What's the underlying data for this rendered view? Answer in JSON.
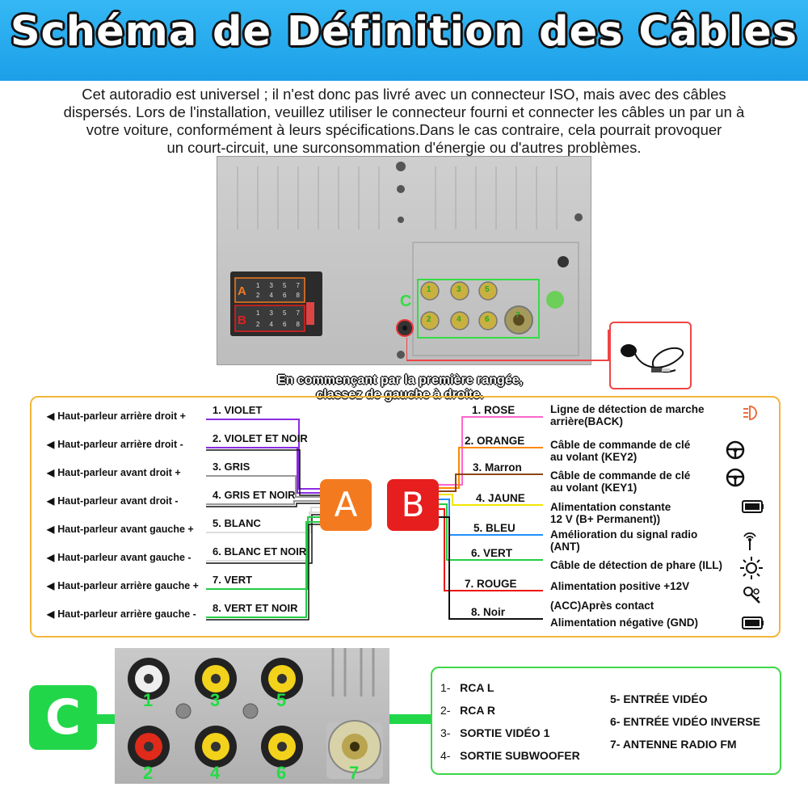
{
  "title": "Schéma de Définition des Câbles",
  "intro_lines": [
    "Cet autoradio est universel ; il n'est donc pas livré avec un connecteur ISO, mais avec des câbles",
    "dispersés. Lors de l'installation, veuillez utiliser le connecteur fourni et connecter les câbles un par un à",
    "votre voiture, conformément à leurs spécifications.Dans le cas contraire, cela pourrait provoquer",
    "un court-circuit, une surconsommation d'énergie ou d'autres problèmes."
  ],
  "panel": {
    "connector_a": "A",
    "connector_b": "B",
    "rca_block": "C",
    "pins_a_top": [
      "1",
      "3",
      "5",
      "7"
    ],
    "pins_a_bottom": [
      "2",
      "4",
      "6",
      "8"
    ],
    "pins_b_top": [
      "1",
      "3",
      "5",
      "7"
    ],
    "pins_b_bottom": [
      "2",
      "4",
      "6",
      "8"
    ],
    "rca_numbers": [
      "1",
      "3",
      "5",
      "2",
      "4",
      "6",
      "7"
    ]
  },
  "row_instruction": [
    "En commençant par la première rangée,",
    "classez de gauche à droite."
  ],
  "connector_labels": {
    "a": "A",
    "b": "B"
  },
  "left_speakers": [
    "Haut-parleur arrière droit +",
    "Haut-parleur arrière droit -",
    "Haut-parleur avant droit +",
    "Haut-parleur avant droit -",
    "Haut-parleur avant gauche +",
    "Haut-parleur avant gauche -",
    "Haut-parleur arrière gauche +",
    "Haut-parleur arrière gauche -"
  ],
  "left_wires": [
    {
      "label": "1. VIOLET",
      "color": "#8a2be2"
    },
    {
      "label": "2. VIOLET ET NOIR",
      "color": "#8a2be2"
    },
    {
      "label": "3. GRIS",
      "color": "#999999"
    },
    {
      "label": "4. GRIS ET NOIR",
      "color": "#999999"
    },
    {
      "label": "5. BLANC",
      "color": "#dddddd"
    },
    {
      "label": "6. BLANC ET NOIR",
      "color": "#dddddd"
    },
    {
      "label": "7. VERT",
      "color": "#22cc44"
    },
    {
      "label": "8. VERT ET NOIR",
      "color": "#22cc44"
    }
  ],
  "right_wires": [
    {
      "label": "1. ROSE",
      "color": "#ff66cc"
    },
    {
      "label": "2. ORANGE",
      "color": "#ff8800"
    },
    {
      "label": "3. Marron",
      "color": "#8b4513"
    },
    {
      "label": "4. JAUNE",
      "color": "#f2e600"
    },
    {
      "label": "5. BLEU",
      "color": "#1e90ff"
    },
    {
      "label": "6. VERT",
      "color": "#22cc44"
    },
    {
      "label": "7. ROUGE",
      "color": "#ee1111"
    },
    {
      "label": "8. Noir",
      "color": "#111111"
    }
  ],
  "right_functions": [
    {
      "lines": [
        "Ligne de détection de marche",
        "arrière(BACK)"
      ],
      "icon": "reverse-light-icon"
    },
    {
      "lines": [
        "Câble de commande de clé",
        "au volant (KEY2)"
      ],
      "icon": "steering-wheel-icon"
    },
    {
      "lines": [
        "Câble de commande de clé",
        "au volant (KEY1)"
      ],
      "icon": "steering-wheel-icon"
    },
    {
      "lines": [
        "Alimentation constante",
        "12 V (B+ Permanent))"
      ],
      "icon": "battery-icon"
    },
    {
      "lines": [
        "Amélioration du signal radio",
        "(ANT)"
      ],
      "icon": "antenna-icon"
    },
    {
      "lines": [
        "Câble de détection de phare (ILL)"
      ],
      "icon": "headlight-icon"
    },
    {
      "lines": [
        "Alimentation positive +12V"
      ],
      "icon": "key-icon"
    },
    {
      "lines": [
        "(ACC)Après contact"
      ],
      "icon": ""
    },
    {
      "lines": [
        "Alimentation négative (GND)"
      ],
      "icon": "battery-icon"
    }
  ],
  "rca_badge": "C",
  "rca_legend_left": [
    {
      "num": "1-",
      "label": "RCA L"
    },
    {
      "num": "2-",
      "label": "RCA R"
    },
    {
      "num": "3-",
      "label": "SORTIE VIDÉO 1"
    },
    {
      "num": "4-",
      "label": "SORTIE SUBWOOFER"
    }
  ],
  "rca_legend_right": [
    "5- ENTRÉE VIDÉO",
    "6- ENTRÉE VIDÉO INVERSE",
    "7- ANTENNE RADIO FM"
  ],
  "colors": {
    "banner": "#1d9fe8",
    "a_badge": "#f47a20",
    "b_badge": "#e61e1e",
    "c_badge": "#22d64a",
    "frame": "#f3b63a"
  }
}
